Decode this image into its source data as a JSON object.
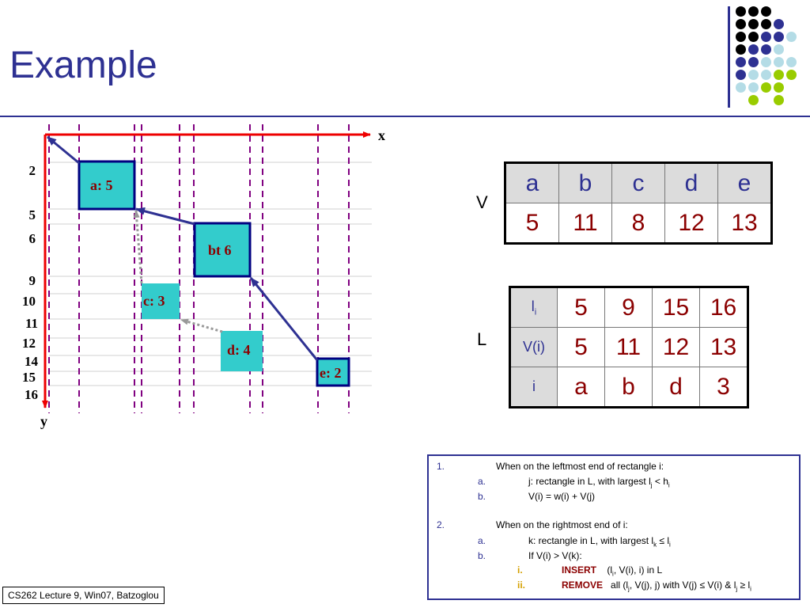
{
  "slide": {
    "title": "Example",
    "footer": "CS262 Lecture 9, Win07, Batzoglou"
  },
  "colors": {
    "accent": "#2e3192",
    "rect": "#33cccc",
    "dark_red": "#8b0000",
    "arrow_red": "#ee0000",
    "dashed": "#800080",
    "gold": "#d4a000"
  },
  "diagram": {
    "axis_x_label": "x",
    "axis_y_label": "y",
    "y_ticks": [
      "2",
      "5",
      "6",
      "9",
      "10",
      "11",
      "12",
      "14",
      "15",
      "16"
    ],
    "rectangles": [
      {
        "label": "a: 5",
        "selected": true
      },
      {
        "label": "bt 6",
        "selected": true
      },
      {
        "label": "c: 3",
        "selected": false
      },
      {
        "label": "d: 4",
        "selected": false
      },
      {
        "label": "e: 2",
        "selected": true
      }
    ]
  },
  "v_table": {
    "label": "V",
    "headers": [
      "a",
      "b",
      "c",
      "d",
      "e"
    ],
    "values": [
      "5",
      "11",
      "8",
      "12",
      "13"
    ]
  },
  "l_table": {
    "label": "L",
    "row_headers": {
      "l": "l",
      "l_sub": "i",
      "v": "V(i)",
      "i": "i"
    },
    "l": [
      "5",
      "9",
      "15",
      "16"
    ],
    "v": [
      "5",
      "11",
      "12",
      "13"
    ],
    "i": [
      "a",
      "b",
      "d",
      "3"
    ]
  },
  "algorithm": {
    "n1": "1.",
    "step1": "When on the leftmost end of rectangle i:",
    "a1": "a.",
    "step1a_pre": "j: rectangle in L, with largest l",
    "step1a_sub1": "j",
    "step1a_mid": " < h",
    "step1a_sub2": "i",
    "b1": "b.",
    "step1b": "V(i) = w(i) + V(j)",
    "n2": "2.",
    "step2": "When on the rightmost end of i:",
    "a2": "a.",
    "step2a_pre": "k: rectangle in L, with largest l",
    "step2a_sub1": "k",
    "step2a_mid": " ≤ l",
    "step2a_sub2": "i",
    "b2": "b.",
    "step2b": "If V(i) > V(k):",
    "r1": "i.",
    "insert_kw": "INSERT",
    "insert_pre": "(l",
    "insert_sub": "i",
    "insert_post": ", V(i), i) in L",
    "r2": "ii.",
    "remove_kw": "REMOVE",
    "remove_pre": "all (l",
    "remove_sub1": "j",
    "remove_mid": ", V(j), j) with V(j) ≤ V(i) & l",
    "remove_sub2": "j",
    "remove_mid2": " ≥ l",
    "remove_sub3": "i"
  }
}
